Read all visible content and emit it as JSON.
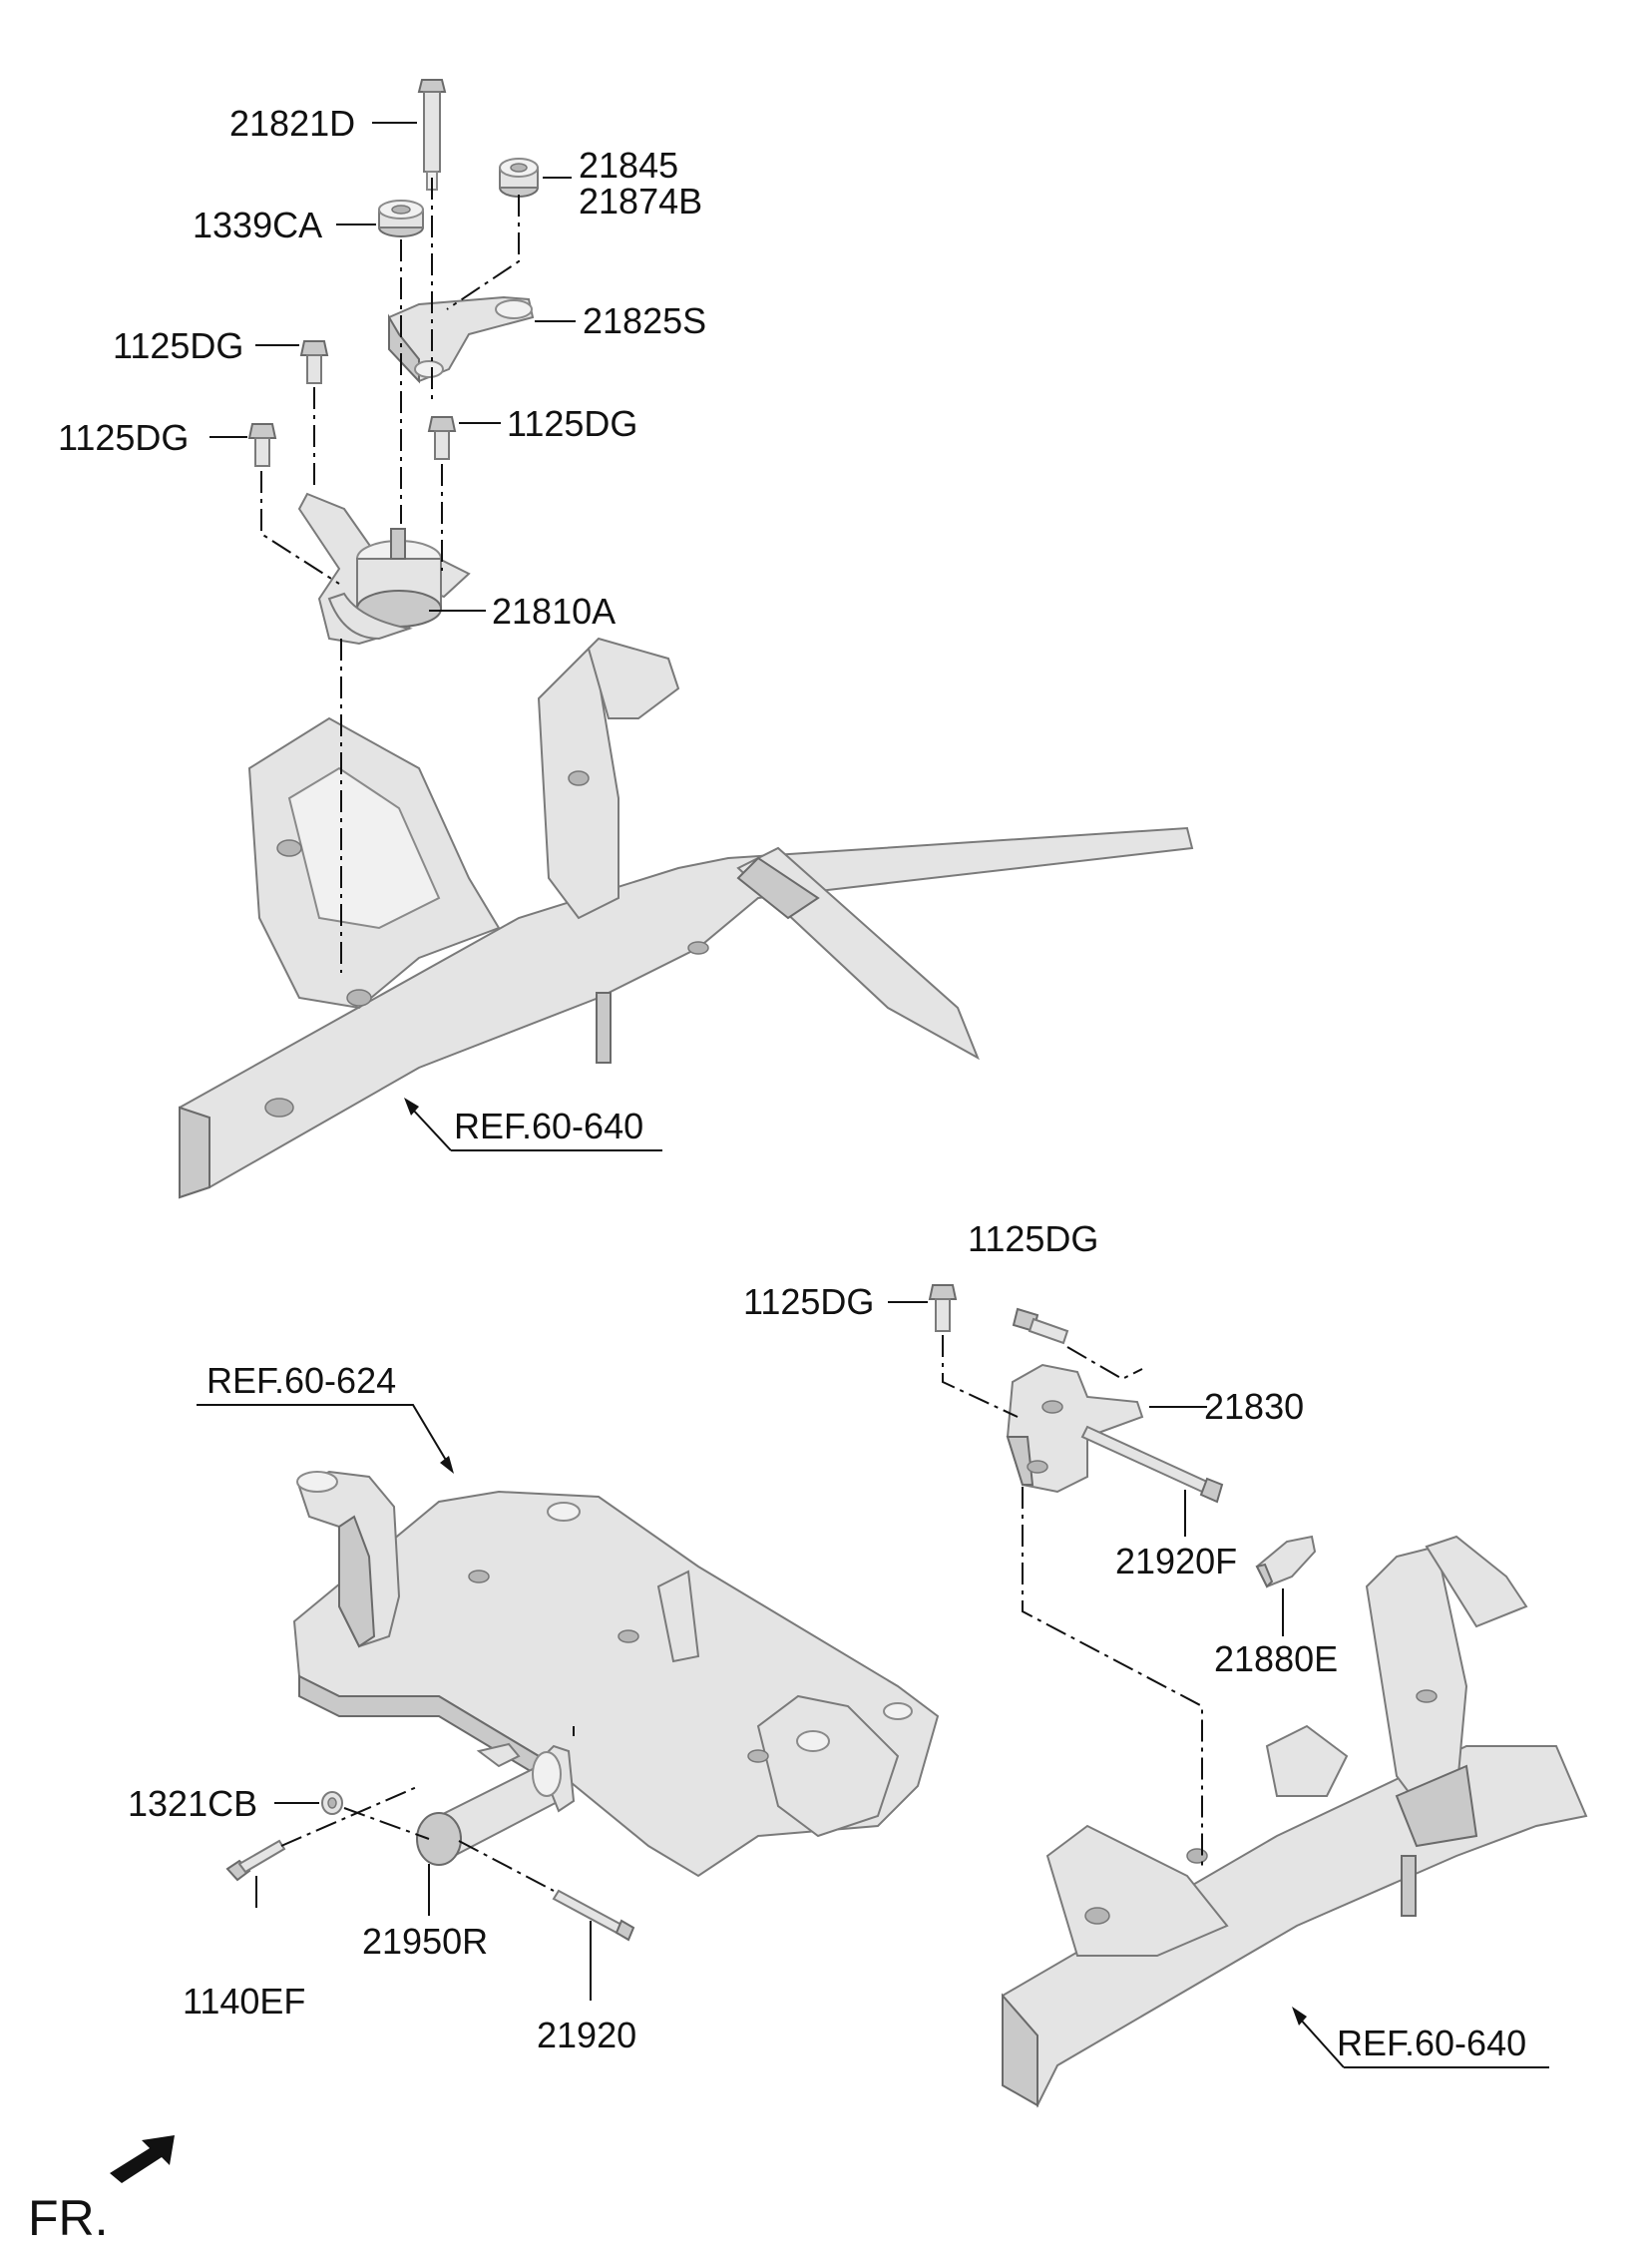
{
  "labels": {
    "p21821D": "21821D",
    "p21845": "21845",
    "p21874B": "21874B",
    "p1339CA": "1339CA",
    "p21825S": "21825S",
    "p1125DG_a": "1125DG",
    "p1125DG_b": "1125DG",
    "p1125DG_c": "1125DG",
    "p21810A": "21810A",
    "ref_top": "REF.60-640",
    "p1125DG_d": "1125DG",
    "p1125DG_e": "1125DG",
    "p21830": "21830",
    "p21920F": "21920F",
    "p21880E": "21880E",
    "ref_624": "REF.60-624",
    "p1321CB": "1321CB",
    "p1140EF": "1140EF",
    "p21950R": "21950R",
    "p21920": "21920",
    "ref_bottom": "REF.60-640",
    "front": "FR."
  },
  "colors": {
    "ink": "#111111",
    "part_fill": "#e4e4e4",
    "part_shade": "#c9c9c9"
  },
  "icons": {
    "front_arrow": "front-direction-arrow-icon"
  }
}
